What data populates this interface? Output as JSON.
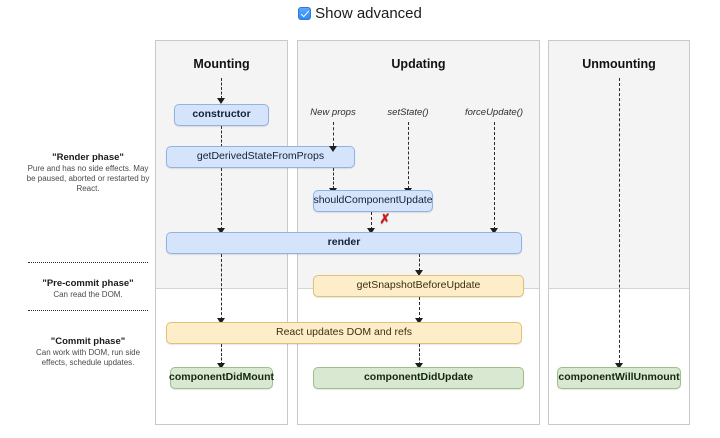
{
  "toggle": {
    "label": "Show advanced",
    "checked": true,
    "icon": "checkbox-checked-icon",
    "accent": "#2f8bf5"
  },
  "phases": [
    {
      "id": "render",
      "title": "\"Render phase\"",
      "desc": "Pure and has no side effects. May be paused, aborted or restarted by React."
    },
    {
      "id": "pre-commit",
      "title": "\"Pre-commit phase\"",
      "desc": "Can read the DOM."
    },
    {
      "id": "commit",
      "title": "\"Commit phase\"",
      "desc": "Can work with DOM, run side effects, schedule updates."
    }
  ],
  "columns": [
    {
      "id": "mounting",
      "title": "Mounting"
    },
    {
      "id": "updating",
      "title": "Updating"
    },
    {
      "id": "unmounting",
      "title": "Unmounting"
    }
  ],
  "triggers": [
    {
      "id": "new-props",
      "label": "New props"
    },
    {
      "id": "set-state",
      "label": "setState()"
    },
    {
      "id": "force-update",
      "label": "forceUpdate()"
    }
  ],
  "nodes": {
    "constructor": "constructor",
    "get_derived_state": "getDerivedStateFromProps",
    "should_component_update": "shouldComponentUpdate",
    "render": "render",
    "get_snapshot": "getSnapshotBeforeUpdate",
    "react_updates": "React updates DOM and refs",
    "component_did_mount": "componentDidMount",
    "component_did_update": "componentDidUpdate",
    "component_will_unmount": "componentWillUnmount"
  },
  "markers": {
    "abort_x": "✗"
  },
  "colors": {
    "blue_fill": "#d6e4fb",
    "cream_fill": "#fdeec9",
    "green_fill": "#d9e8d0",
    "column_bg": "#f4f4f4",
    "x_red": "#d0181c"
  }
}
